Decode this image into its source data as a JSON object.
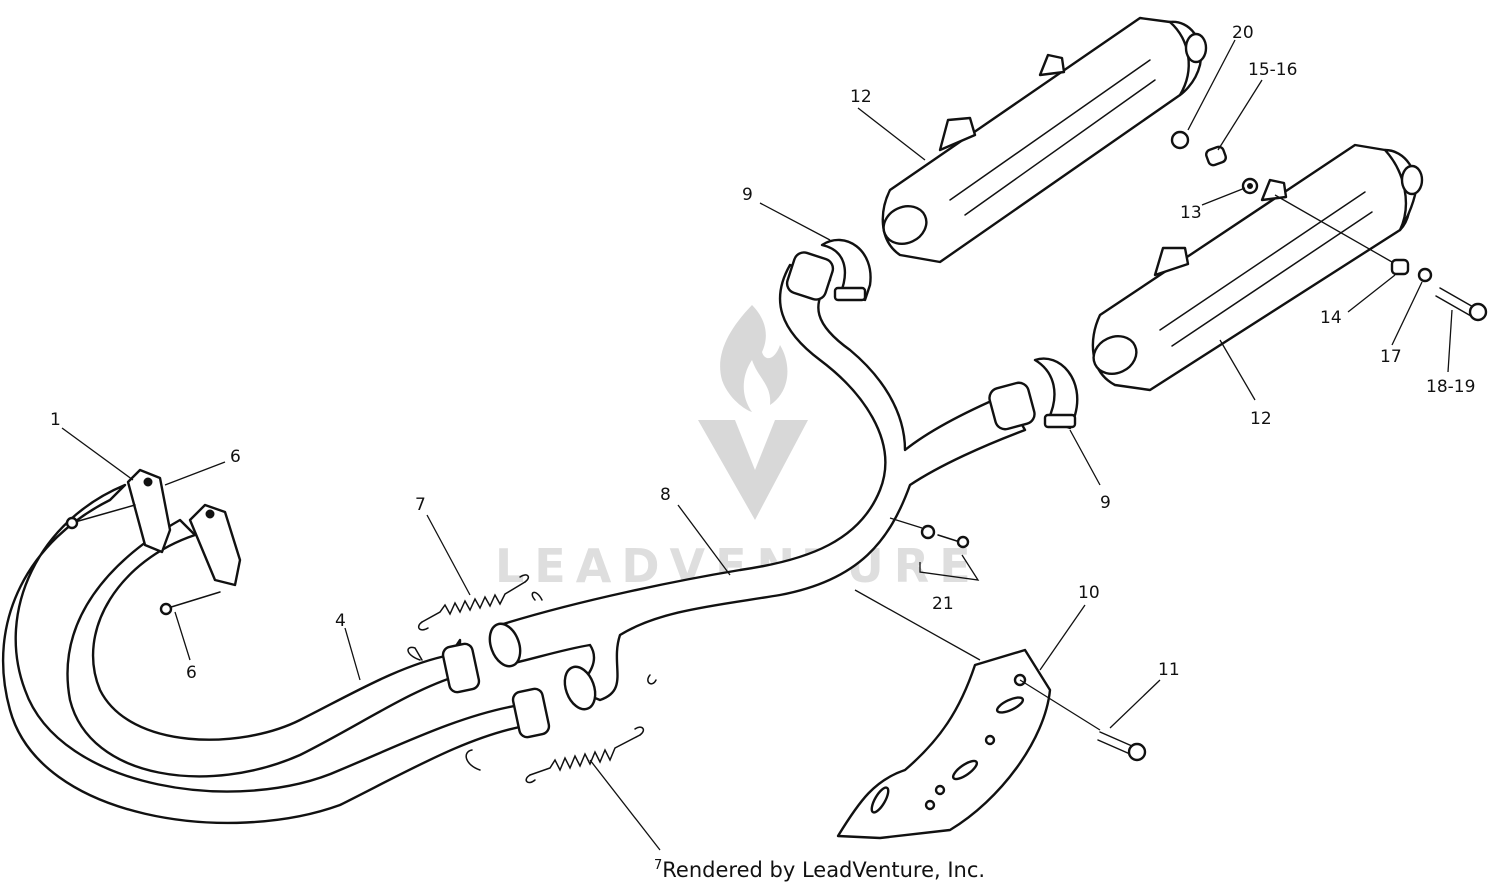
{
  "watermark": {
    "brand": "LEADVENTURE"
  },
  "callouts": {
    "c1": "1",
    "c4": "4",
    "c6a": "6",
    "c6b": "6",
    "c7a": "7",
    "c7b": "7",
    "c8": "8",
    "c9a": "9",
    "c9b": "9",
    "c10": "10",
    "c11": "11",
    "c12a": "12",
    "c12b": "12",
    "c13": "13",
    "c14": "14",
    "c15_16": "15-16",
    "c17": "17",
    "c18_19": "18-19",
    "c20": "20",
    "c21": "21"
  },
  "footer": {
    "credit": "Rendered by LeadVenture, Inc."
  }
}
